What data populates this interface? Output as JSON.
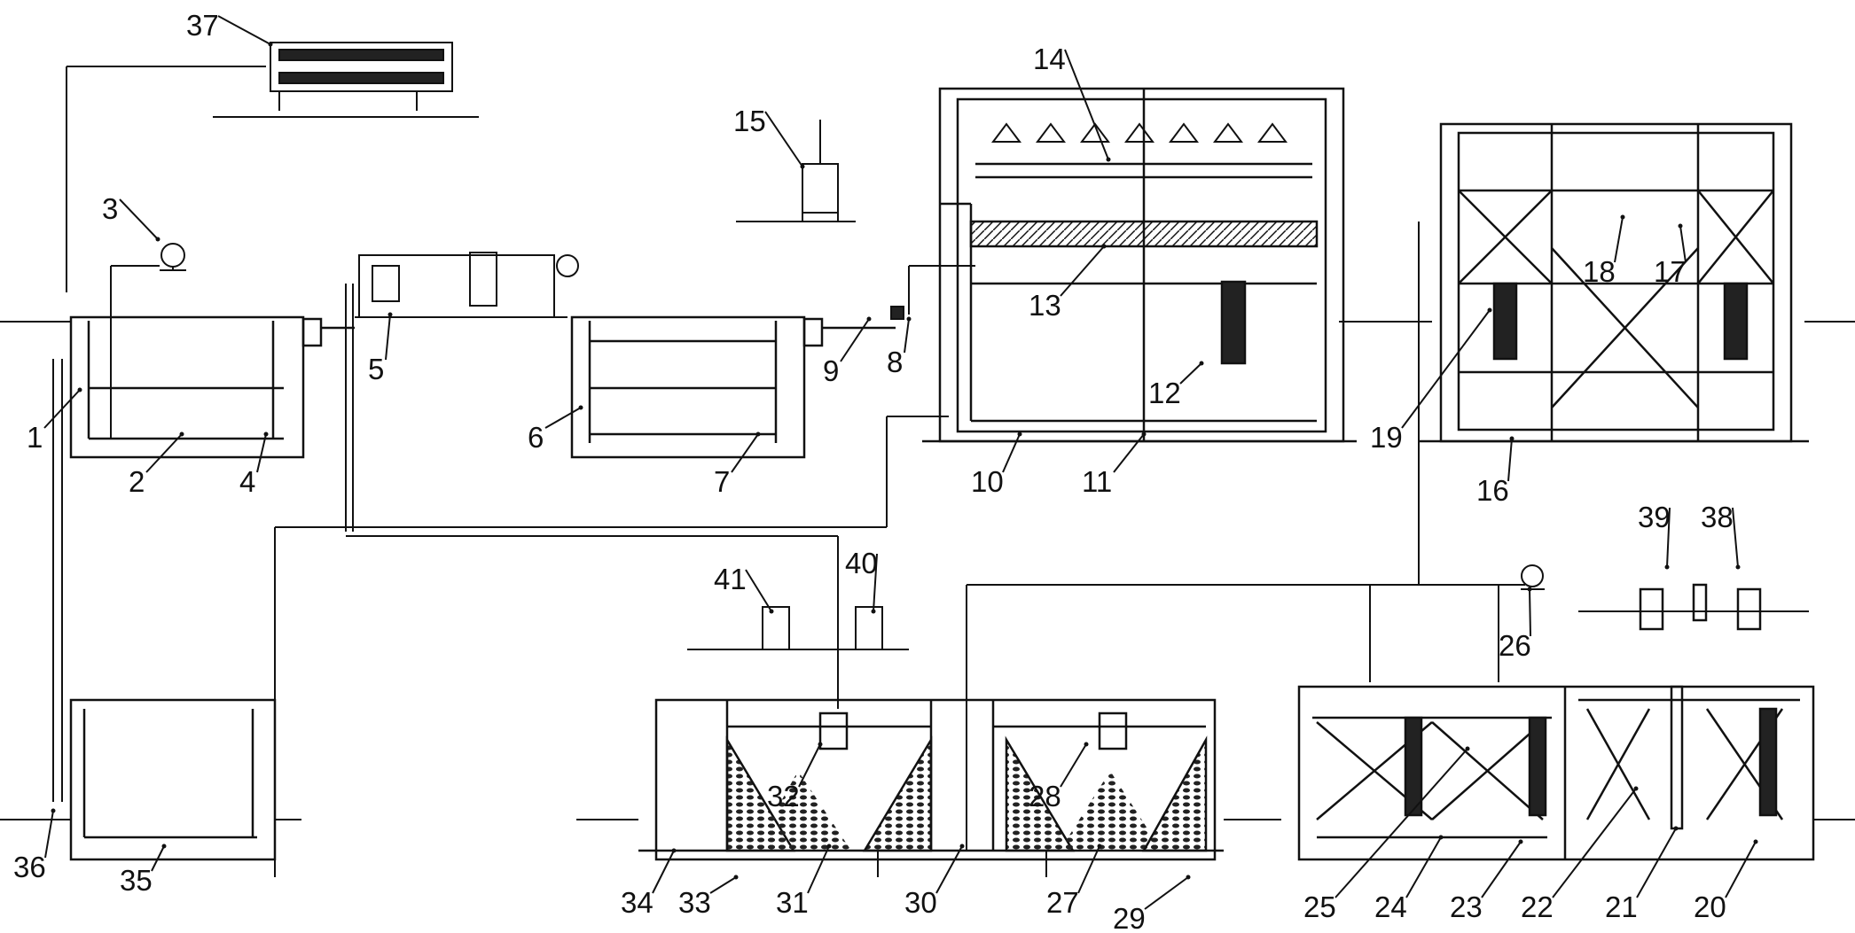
{
  "diagram": {
    "colors": {
      "line": "#111111",
      "background": "#ffffff",
      "fill": "#222222"
    },
    "callouts": [
      {
        "id": "c1",
        "text": "1"
      },
      {
        "id": "c2",
        "text": "2"
      },
      {
        "id": "c3",
        "text": "3"
      },
      {
        "id": "c4",
        "text": "4"
      },
      {
        "id": "c5",
        "text": "5"
      },
      {
        "id": "c6",
        "text": "6"
      },
      {
        "id": "c7",
        "text": "7"
      },
      {
        "id": "c8",
        "text": "8"
      },
      {
        "id": "c9",
        "text": "9"
      },
      {
        "id": "c10",
        "text": "10"
      },
      {
        "id": "c11",
        "text": "11"
      },
      {
        "id": "c12",
        "text": "12"
      },
      {
        "id": "c13",
        "text": "13"
      },
      {
        "id": "c14",
        "text": "14"
      },
      {
        "id": "c15",
        "text": "15"
      },
      {
        "id": "c16",
        "text": "16"
      },
      {
        "id": "c17",
        "text": "17"
      },
      {
        "id": "c18",
        "text": "18"
      },
      {
        "id": "c19",
        "text": "19"
      },
      {
        "id": "c20",
        "text": "20"
      },
      {
        "id": "c21",
        "text": "21"
      },
      {
        "id": "c22",
        "text": "22"
      },
      {
        "id": "c23",
        "text": "23"
      },
      {
        "id": "c24",
        "text": "24"
      },
      {
        "id": "c25",
        "text": "25"
      },
      {
        "id": "c26",
        "text": "26"
      },
      {
        "id": "c27",
        "text": "27"
      },
      {
        "id": "c28",
        "text": "28"
      },
      {
        "id": "c29",
        "text": "29"
      },
      {
        "id": "c30",
        "text": "30"
      },
      {
        "id": "c31",
        "text": "31"
      },
      {
        "id": "c32",
        "text": "32"
      },
      {
        "id": "c33",
        "text": "33"
      },
      {
        "id": "c34",
        "text": "34"
      },
      {
        "id": "c35",
        "text": "35"
      },
      {
        "id": "c36",
        "text": "36"
      },
      {
        "id": "c37",
        "text": "37"
      },
      {
        "id": "c38",
        "text": "38"
      },
      {
        "id": "c39",
        "text": "39"
      },
      {
        "id": "c40",
        "text": "40"
      },
      {
        "id": "c41",
        "text": "41"
      }
    ]
  }
}
